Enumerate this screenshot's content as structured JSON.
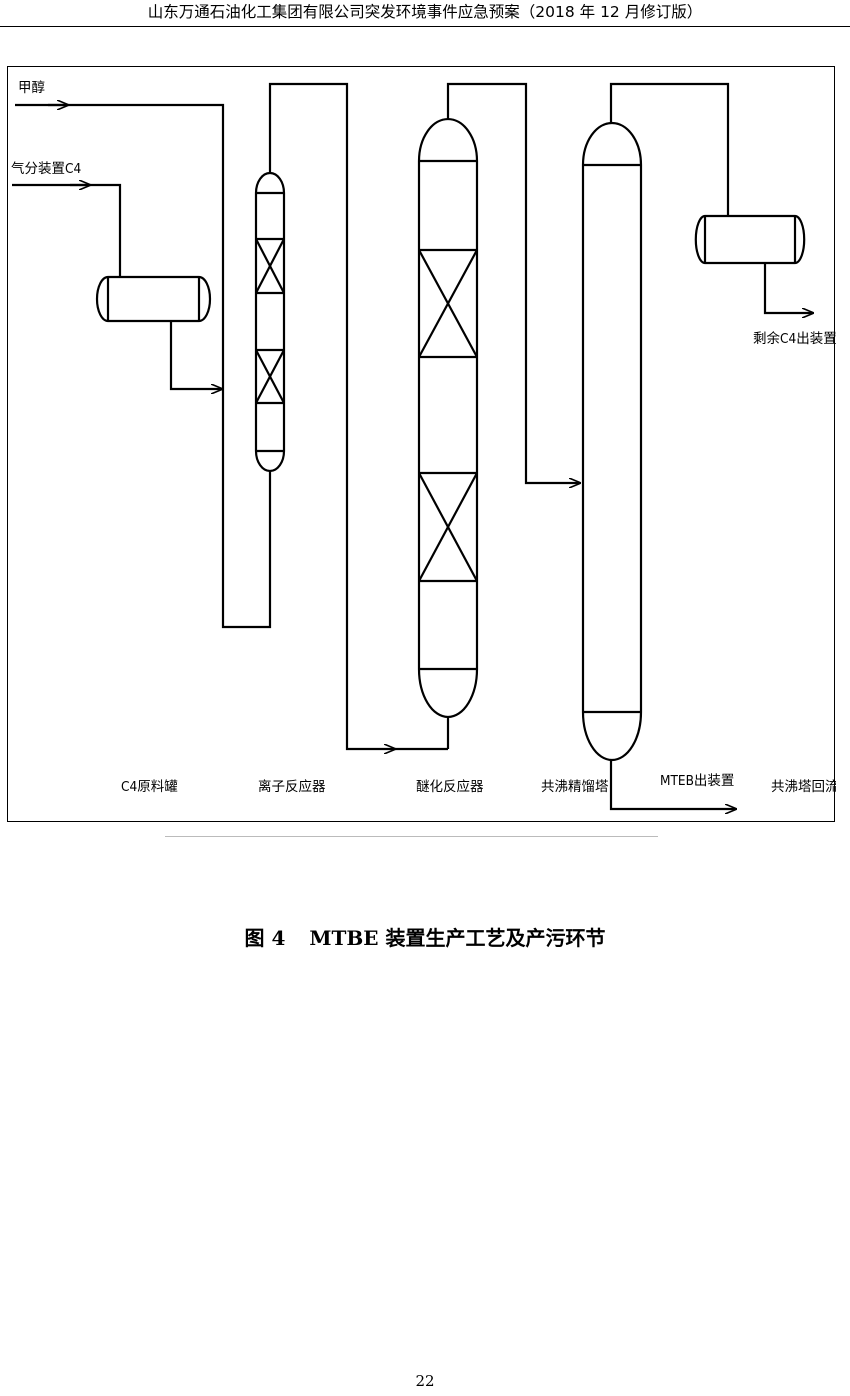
{
  "header": {
    "text": "山东万通石油化工集团有限公司突发环境事件应急预案（2018 年 12 月修订版）"
  },
  "diagram": {
    "inputs": {
      "methanol": "甲醇",
      "gas_separation_c4": "气分装置C4"
    },
    "outputs": {
      "remaining_c4": "剩余C4出装置",
      "mtbe_out": "MTEB出装置"
    },
    "equipment": {
      "c4_feed_tank": "C4原料罐",
      "ion_reactor": "离子反应器",
      "etherification_reactor": "醚化反应器",
      "azeotropic_column": "共沸精馏塔",
      "reflux_tank": "共沸塔回流罐"
    }
  },
  "caption": {
    "figure_number": "图 4",
    "title": "MTBE 装置生产工艺及产污环节"
  },
  "page_number": "22"
}
